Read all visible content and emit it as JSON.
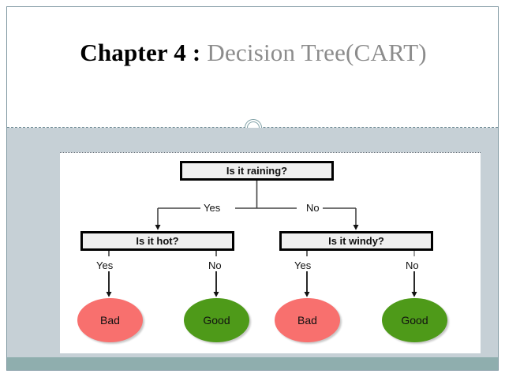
{
  "slide": {
    "title": {
      "bold_part": "Chapter 4 :",
      "light_part": " Decision Tree(CART)"
    },
    "theme": {
      "accent_border": "#7E96A0",
      "body_background": "#C6D0D6",
      "bottom_band": "#8FAEAE",
      "ring_stroke": "#7FA0A6",
      "title_bold_color": "#000000",
      "title_light_color": "#8C8C8C"
    }
  },
  "diagram": {
    "type": "decision-tree",
    "node_fill": "#EFEFEF",
    "node_stroke": "#000000",
    "leaf_bad_color": "#F8706E",
    "leaf_good_color": "#4E9A19",
    "nodes": {
      "root": "Is it raining?",
      "left_child": "Is it hot?",
      "right_child": "Is it windy?"
    },
    "branch_labels": {
      "root_yes": "Yes",
      "root_no": "No",
      "hot_yes": "Yes",
      "hot_no": "No",
      "windy_yes": "Yes",
      "windy_no": "No"
    },
    "leaves": {
      "hot_yes": "Bad",
      "hot_no": "Good",
      "windy_yes": "Bad",
      "windy_no": "Good"
    }
  }
}
